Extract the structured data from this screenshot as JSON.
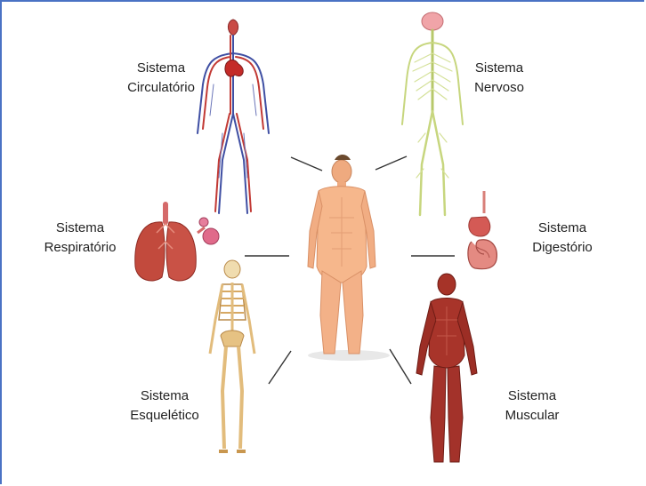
{
  "systems": {
    "circulatorio": {
      "line1": "Sistema",
      "line2": "Circulatório",
      "icon": "circulatory-system-icon",
      "color": "#b0342f"
    },
    "nervoso": {
      "line1": "Sistema",
      "line2": "Nervoso",
      "icon": "nervous-system-icon",
      "color": "#c9d98a"
    },
    "respiratorio": {
      "line1": "Sistema",
      "line2": "Respiratório",
      "icon": "lungs-icon",
      "color": "#c0473c"
    },
    "digestorio": {
      "line1": "Sistema",
      "line2": "Digestório",
      "icon": "digestive-system-icon",
      "color": "#e0736b"
    },
    "esqueletico": {
      "line1": "Sistema",
      "line2": "Esquelético",
      "icon": "skeleton-icon",
      "color": "#e9c98f"
    },
    "muscular": {
      "line1": "Sistema",
      "line2": "Muscular",
      "icon": "muscular-system-icon",
      "color": "#9c2b22"
    }
  },
  "center": {
    "icon": "human-body-icon",
    "color": "#f6b78c"
  },
  "frame_color": "#4a72c4"
}
